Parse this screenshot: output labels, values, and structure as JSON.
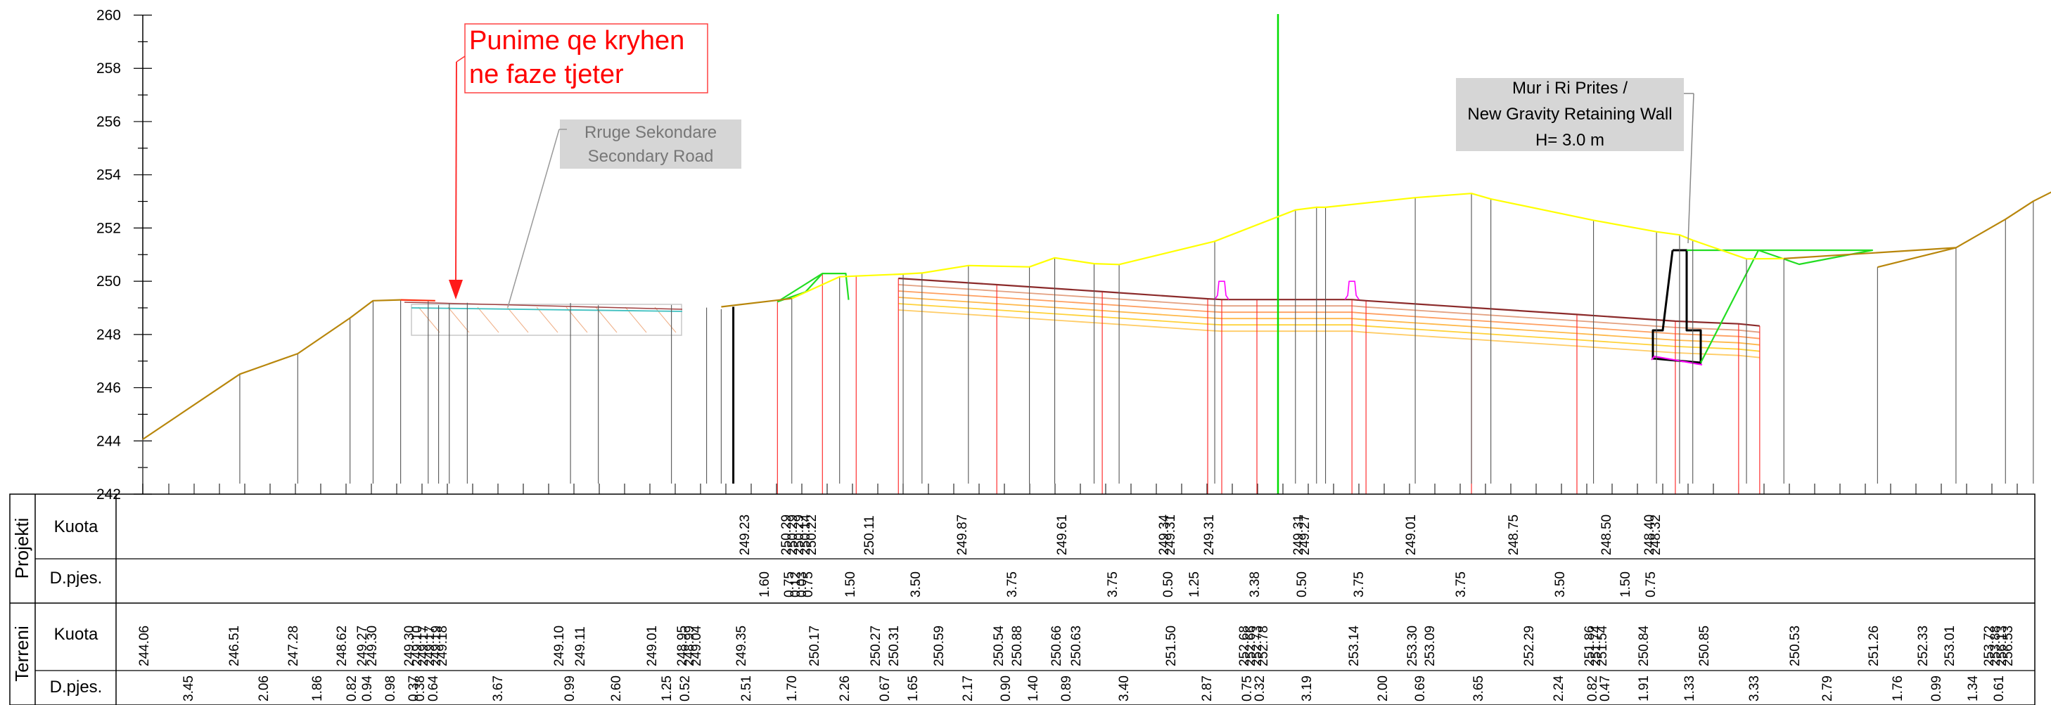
{
  "chart_data": {
    "type": "line",
    "ylim": [
      242,
      260
    ],
    "y_ticks": [
      "260",
      "258",
      "256",
      "254",
      "252",
      "250",
      "248",
      "246",
      "244",
      "242"
    ],
    "grid": false,
    "colors": {
      "terrain": "#b8860b",
      "existing": "#ffff00",
      "design": "#8b2a2a",
      "layers": "#ff9f60",
      "wall": "#000000",
      "fill": "#22dd22",
      "axis": "#00dd00",
      "red_note": "#ff0000",
      "magenta": "#ff00ff"
    },
    "series": [
      {
        "x": [
          0,
          3.45,
          5.51,
          7.37,
          8.19,
          9.17,
          10.15,
          10.52,
          10.9,
          11.54,
          15.21,
          16.2,
          18.8,
          20.05,
          20.57
        ],
        "y": [
          244.06,
          246.51,
          247.28,
          248.62,
          249.27,
          249.3,
          249.3,
          249.1,
          249.17,
          249.19,
          249.18,
          249.1,
          249.11,
          249.01,
          248.95
        ]
      },
      {
        "x": [
          23.08,
          24.78,
          27.04,
          27.71,
          29.36,
          31.53,
          32.43,
          33.83,
          34.72,
          38.12,
          40.99,
          41.74,
          42.06,
          45.25,
          47.25,
          47.94,
          51.59,
          53.83,
          54.65,
          55.12,
          57.03,
          58.36,
          61.69,
          64.48,
          66.24,
          67.23,
          68.57,
          69.18
        ],
        "y": [
          249.35,
          250.17,
          250.27,
          250.31,
          250.59,
          250.54,
          250.88,
          250.66,
          250.63,
          251.5,
          252.68,
          252.78,
          252.78,
          253.14,
          253.3,
          253.09,
          252.29,
          251.86,
          251.74,
          251.54,
          250.84,
          250.85,
          250.53,
          251.26,
          252.33,
          253.01,
          253.72,
          256.53
        ]
      },
      {
        "x": [
          22.57,
          24.17,
          25.37,
          26.87,
          30.37,
          34.12,
          37.87,
          38.37,
          39.62,
          43.0,
          43.5,
          47.25,
          51.0,
          54.5,
          56.75,
          57.5
        ],
        "y": [
          249.23,
          250.29,
          250.22,
          250.11,
          249.87,
          249.61,
          249.34,
          249.31,
          249.31,
          249.31,
          249.27,
          249.01,
          248.75,
          248.5,
          248.4,
          248.32
        ]
      }
    ],
    "annotations": [
      {
        "id": "note_red",
        "lines": [
          "Punime qe kryhen",
          " ne faze tjeter"
        ]
      },
      {
        "id": "note_road",
        "lines": [
          "Rruge Sekondare",
          "Secondary Road"
        ]
      },
      {
        "id": "note_wall",
        "lines": [
          "Mur i Ri Prites /",
          "New Gravity Retaining Wall",
          "H= 3.0 m"
        ]
      }
    ],
    "table": {
      "groups": [
        "Projekti",
        "Terreni"
      ],
      "row_labels": [
        "Kuota",
        "D.pjes.",
        "Kuota",
        "D.pjes."
      ],
      "projekti_kuota": [
        "249.23",
        "250.29",
        "250.29",
        "250.29",
        "250.14",
        "250.22",
        "250.11",
        "249.87",
        "249.61",
        "249.34",
        "249.31",
        "249.31",
        "249.31",
        "249.27",
        "249.01",
        "248.75",
        "248.50",
        "248.40",
        "248.32"
      ],
      "projekti_dpjes": [
        "1.60",
        "0.75",
        "0.12",
        "0.03",
        "0.75",
        "1.50",
        "3.50",
        "3.75",
        "3.75",
        "0.50",
        "1.25",
        "3.38",
        "0.50",
        "3.75",
        "3.75",
        "3.50",
        "1.50",
        "0.75"
      ],
      "terreni_kuota": [
        "244.06",
        "246.51",
        "247.28",
        "248.62",
        "249.27",
        "249.30",
        "249.30",
        "249.10",
        "249.17",
        "249.17",
        "249.19",
        "249.18",
        "249.10",
        "249.11",
        "249.01",
        "248.95",
        "248.99",
        "249.04",
        "249.35",
        "250.17",
        "250.27",
        "250.31",
        "250.59",
        "250.54",
        "250.88",
        "250.66",
        "250.63",
        "251.50",
        "252.68",
        "252.66",
        "252.73",
        "252.78",
        "253.14",
        "253.30",
        "253.09",
        "252.29",
        "251.86",
        "251.74",
        "251.54",
        "250.84",
        "250.85",
        "250.53",
        "251.26",
        "252.33",
        "253.01",
        "253.72",
        "253.88",
        "256.13",
        "256.53"
      ],
      "terreni_dpjes": [
        "3.45",
        "2.06",
        "1.86",
        "0.82",
        "0.94",
        "0.98",
        "0.37",
        "0.38",
        "0.64",
        "3.67",
        "0.99",
        "2.60",
        "1.25",
        "0.52",
        "2.51",
        "1.70",
        "2.26",
        "0.67",
        "1.65",
        "2.17",
        "0.90",
        "1.40",
        "0.89",
        "3.40",
        "2.87",
        "0.75",
        "0.32",
        "3.19",
        "2.00",
        "0.69",
        "3.65",
        "2.24",
        "0.82",
        "0.47",
        "1.91",
        "1.33",
        "3.33",
        "2.79",
        "1.76",
        "0.99",
        "1.34",
        "0.61"
      ]
    }
  }
}
